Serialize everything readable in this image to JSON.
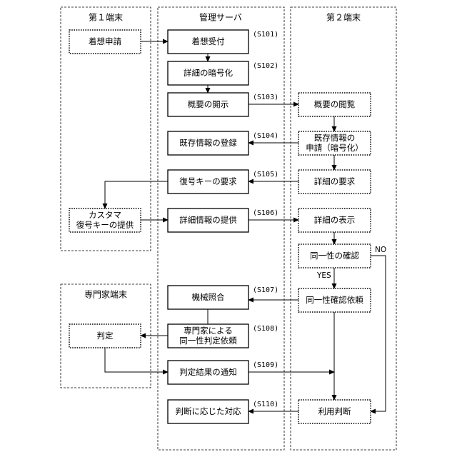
{
  "lanes": [
    {
      "id": "terminal1",
      "title": "第１端末"
    },
    {
      "id": "server",
      "title": "管理サーバ"
    },
    {
      "id": "terminal2",
      "title": "第２端末"
    },
    {
      "id": "expert",
      "title": "専門家端末"
    }
  ],
  "nodes": [
    {
      "id": "t1_idea",
      "lines": [
        "着想申請"
      ],
      "dotted": true
    },
    {
      "id": "t1_custom",
      "lines": [
        "カスタマ",
        "復号キーの提供"
      ],
      "dotted": true
    },
    {
      "id": "s_receive",
      "lines": [
        "着想受付"
      ],
      "dotted": false,
      "step": "(S101)"
    },
    {
      "id": "s_encrypt",
      "lines": [
        "詳細の暗号化"
      ],
      "dotted": false,
      "step": "(S102)"
    },
    {
      "id": "s_disclose",
      "lines": [
        "概要の開示"
      ],
      "dotted": false,
      "step": "(S103)"
    },
    {
      "id": "s_register",
      "lines": [
        "既存情報の登録"
      ],
      "dotted": false,
      "step": "(S104)"
    },
    {
      "id": "s_keyreq",
      "lines": [
        "復号キーの要求"
      ],
      "dotted": false,
      "step": "(S105)"
    },
    {
      "id": "s_provide",
      "lines": [
        "詳細情報の提供"
      ],
      "dotted": false,
      "step": "(S106)"
    },
    {
      "id": "s_machine",
      "lines": [
        "機械照合"
      ],
      "dotted": false,
      "step": "(S107)"
    },
    {
      "id": "s_expertreq",
      "lines": [
        "専門家による",
        "同一性判定依頼"
      ],
      "dotted": false,
      "step": "(S108)"
    },
    {
      "id": "s_notify",
      "lines": [
        "判定結果の通知"
      ],
      "dotted": false,
      "step": "(S109)"
    },
    {
      "id": "s_respond",
      "lines": [
        "判断に応じた対応"
      ],
      "dotted": false,
      "step": "(S110)"
    },
    {
      "id": "t2_view",
      "lines": [
        "概要の閲覧"
      ],
      "dotted": true
    },
    {
      "id": "t2_apply",
      "lines": [
        "既存情報の",
        "申請（暗号化）"
      ],
      "dotted": true
    },
    {
      "id": "t2_detailreq",
      "lines": [
        "詳細の要求"
      ],
      "dotted": true
    },
    {
      "id": "t2_show",
      "lines": [
        "詳細の表示"
      ],
      "dotted": true
    },
    {
      "id": "t2_confirm",
      "lines": [
        "同一性の確認"
      ],
      "dotted": true
    },
    {
      "id": "t2_confreq",
      "lines": [
        "同一性確認依頼"
      ],
      "dotted": true
    },
    {
      "id": "t2_decide",
      "lines": [
        "利用判断"
      ],
      "dotted": true
    },
    {
      "id": "ex_judge",
      "lines": [
        "判定"
      ],
      "dotted": true
    }
  ],
  "edge_labels": {
    "yes": "YES",
    "no": "NO"
  }
}
